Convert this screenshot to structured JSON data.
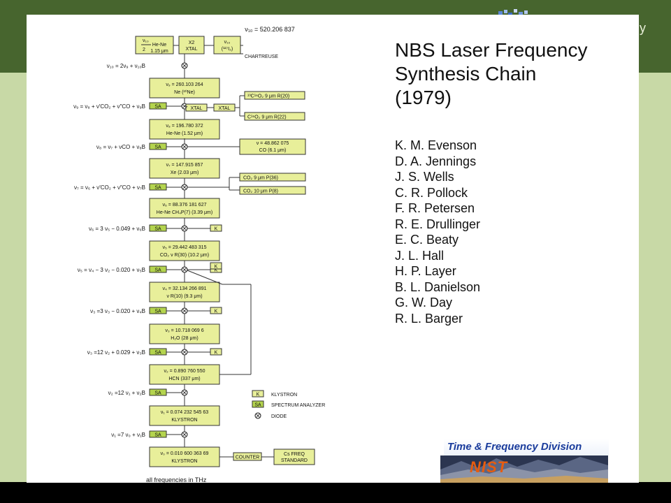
{
  "header": {
    "corner_text": "gy"
  },
  "title": {
    "line1": "NBS Laser Frequency",
    "line2": "Synthesis Chain",
    "line3": "(1979)"
  },
  "authors": [
    "K. M. Evenson",
    "D. A. Jennings",
    "J. S. Wells",
    "C. R. Pollock",
    "F. R. Petersen",
    "R. E. Drullinger",
    "E. C. Beaty",
    "J. L. Hall",
    "H. P. Layer",
    "B. L. Danielson",
    "G. W. Day",
    "R. L. Barger"
  ],
  "logo": {
    "division": "Time & Frequency Division",
    "nist": "NIST"
  },
  "diagram": {
    "top_value": "ν₁₀ = 520.206 837",
    "hene_box": [
      "He-Ne",
      "1.15 μm"
    ],
    "hene_nu": "ν₁₀",
    "hene_two": "2",
    "x2_box": [
      "X2",
      "XTAL"
    ],
    "iodine_box": [
      "ν₁₀",
      "(¹²⁷I₂)"
    ],
    "chartreuse": "CHARTREUSE",
    "footer": "all frequencies in THz",
    "rows": [
      {
        "eq": "ν₁₀ = 2ν₉ + ν₁₀B",
        "box": [
          "ν₉ = 260.103 264",
          "Ne (²⁰Ne)"
        ]
      },
      {
        "eq": "ν₉ = ν₈ + ν′CO₂ + ν″CO + ν₉B",
        "box": [
          "ν₈ = 196.780 372",
          "He-Ne (1.52 μm)"
        ]
      },
      {
        "eq": "ν₈ = ν₇ + νCO + ν₈B",
        "box": [
          "ν₇ = 147.915 857",
          "Xe (2.03 μm)"
        ]
      },
      {
        "eq": "ν₇ = ν₆ + ν′CO₂ + ν″CO + ν₇B",
        "box": [
          "ν₆ = 88.376 181 627",
          "He-Ne CH₄P(7) (3.39 μm)"
        ]
      },
      {
        "eq": "ν₆ = 3 ν₅ − 0.049 + ν₆B",
        "box": [
          "ν₅ = 29.442 483 315",
          "CO₂ ν R(30) (10.2 μm)"
        ]
      },
      {
        "eq": "ν₅ = ν₄ − 3 ν₂ − 0.020 + ν₅B",
        "box": [
          "ν₄ = 32.134 266 891",
          "ν R(10) (9.3 μm)"
        ]
      },
      {
        "eq": "ν₃ =3 ν₃ − 0.020 + ν₄B",
        "box": [
          "ν₃ = 10.718 069 6",
          "H₂O (28 μm)"
        ]
      },
      {
        "eq": "ν₃ =12 ν₂ + 0.029 + ν₃B",
        "box": [
          "ν₂ = 0.890 760 550",
          "HCN (337 μm)"
        ]
      },
      {
        "eq": "ν₂ =12 ν₁ + ν₂B",
        "box": [
          "ν₁ = 0.074 232 545 63",
          "KLYSTRON"
        ]
      },
      {
        "eq": "ν₁ =7 ν₀ + ν₁B",
        "box": [
          "ν₀ = 0.010 600 363 69",
          "KLYSTRON"
        ]
      }
    ],
    "side_boxes": [
      "¹³C¹⁶O₂ 9 μm R(20)",
      "C¹⁶O₂ 9 μm R(22)",
      "ν = 48.862 075",
      "CO (6.1 μm)",
      "CO₂ 9 μm P(36)",
      "CO₂ 10 μm P(8)"
    ],
    "sa": "SA",
    "k": "K",
    "xtal": "XTAL",
    "counter": "COUNTER",
    "cs_box": [
      "Cs FREQ",
      "STANDARD"
    ],
    "legend": {
      "klystron": "KLYSTRON",
      "spectrum_analyzer": "SPECTRUM ANALYZER",
      "diode": "DIODE"
    },
    "colors": {
      "box_fill": "#e8ef9a",
      "sa_fill": "#b4d44e",
      "line": "#333333"
    }
  }
}
